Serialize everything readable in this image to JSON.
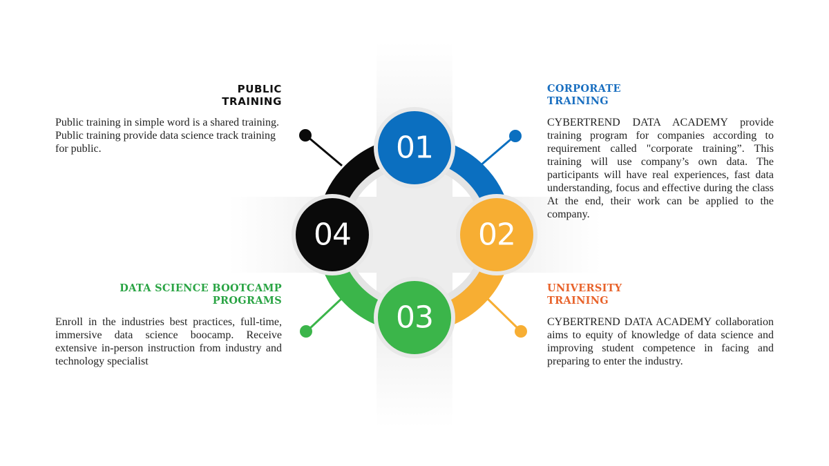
{
  "colors": {
    "blue": "#0b6fc0",
    "orange": "#f7ae33",
    "green": "#3bb54a",
    "black": "#0a0a0a",
    "ring_gray": "#e4e4e4"
  },
  "steps": [
    {
      "number": "01",
      "title_line1": "CORPORATE",
      "title_line2": "TRAINING",
      "body": "CYBERTREND DATA ACADEMY provide training program for companies according to requirement called \"corporate training”. This training will use company’s own data. The participants will have real experiences, fast data understanding, focus and effective during the class At the end, their work can be applied to the company."
    },
    {
      "number": "02",
      "title_line1": "UNIVERSITY",
      "title_line2": "TRAINING",
      "body": "CYBERTREND DATA ACADEMY collaboration aims to equity of knowledge of data science and improving student competence in facing and preparing to enter the industry."
    },
    {
      "number": "03",
      "title_line1": "DATA SCIENCE BOOTCAMP",
      "title_line2": "PROGRAMS",
      "body": "Enroll in the industries best practices, full-time, immersive data science boocamp. Receive extensive in-person instruction from industry and technology specialist"
    },
    {
      "number": "04",
      "title_line1": "PUBLIC",
      "title_line2": "TRAINING",
      "body": "Public training in simple word is a shared training. Public training provide data science track training for public."
    }
  ]
}
